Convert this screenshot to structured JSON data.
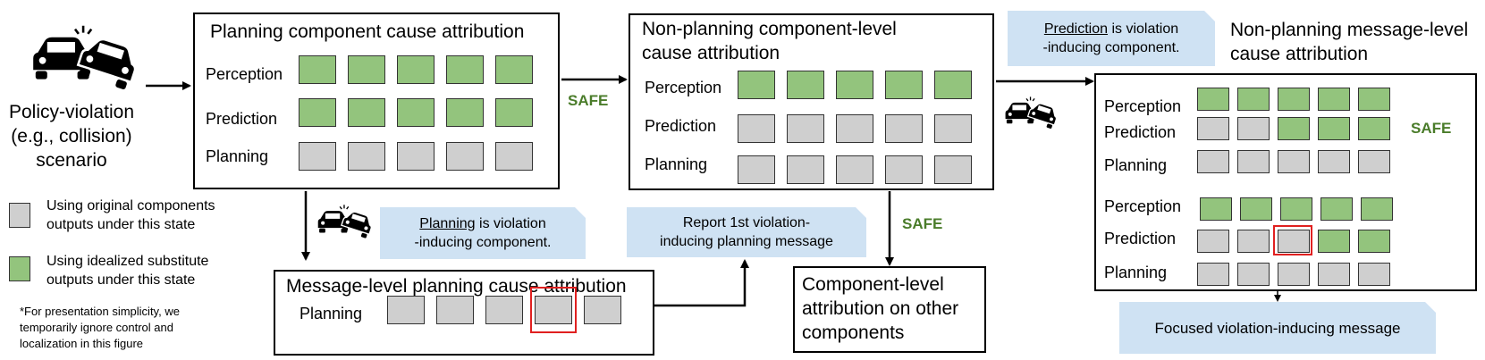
{
  "rows": {
    "perception": "Perception",
    "prediction": "Prediction",
    "planning": "Planning"
  },
  "scenario": {
    "line1": "Policy-violation",
    "line2": "(e.g., collision)",
    "line3": "scenario"
  },
  "legend": {
    "original": {
      "line1": "Using original components",
      "line2": "outputs under this state"
    },
    "idealized": {
      "line1": "Using idealized substitute",
      "line2": "outputs under this state"
    },
    "footnote": {
      "line1": "*For presentation simplicity, we",
      "line2": "temporarily ignore control and",
      "line3": "localization in this figure"
    }
  },
  "panels": {
    "planning_component": {
      "title": "Planning component cause attribution"
    },
    "nonplanning_component": {
      "title_line1": "Non-planning component-level",
      "title_line2": "cause attribution"
    },
    "nonplanning_message": {
      "title_line1": "Non-planning message-level",
      "title_line2": "cause attribution"
    },
    "message_planning": {
      "title": "Message-level planning cause attribution"
    },
    "component_other": {
      "line1": "Component-level",
      "line2": "attribution on other",
      "line3": "components"
    }
  },
  "notes": {
    "planning": {
      "key": "Planning",
      "rest": " is violation",
      "line2": "-inducing component."
    },
    "prediction": {
      "key": "Prediction",
      "rest": " is violation",
      "line2": "-inducing component."
    },
    "report": {
      "line1": "Report 1st violation-",
      "line2": "inducing planning message"
    },
    "focused": "Focused violation-inducing message"
  },
  "safe_label": "SAFE",
  "colors": {
    "idealized": "#93c47d",
    "original": "#cfcfcf",
    "note": "#cfe2f3",
    "safe": "#4a7c2a",
    "highlight": "#e02020"
  },
  "icons": [
    "car-collision-icon"
  ]
}
